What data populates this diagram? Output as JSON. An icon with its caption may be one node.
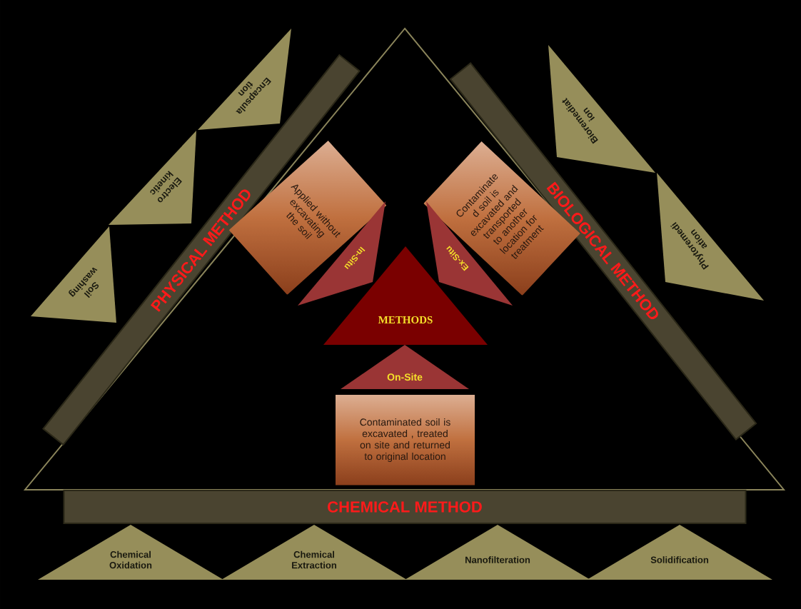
{
  "diagram": {
    "nodes": [
      {
        "text": [
          "PHYSICAL METHOD"
        ]
      },
      {
        "text": [
          "Encapsula tion"
        ]
      },
      {
        "text": [
          "Electro kinetic"
        ]
      },
      {
        "text": [
          "Soil washing"
        ]
      },
      {
        "text": [
          "BIOLOGICAL METHOD"
        ]
      },
      {
        "text": [
          "Bioremediat ion"
        ]
      },
      {
        "text": [
          "Phytoremedi ation"
        ]
      },
      {
        "text": [
          "Applied without excavating the soil"
        ]
      },
      {
        "text": [
          "In-Situ"
        ]
      },
      {
        "text": [
          "Contaminate d soil is excavated and transported to another location for treatment"
        ]
      },
      {
        "text": [
          "Ex-Situ"
        ]
      },
      {
        "text": [
          "METHODS"
        ]
      },
      {
        "text": [
          "On-Site"
        ]
      },
      {
        "text": [
          "Contaminated soil is excavated , treated on site and returned to original location"
        ]
      },
      {
        "text": [
          "CHEMICAL METHOD"
        ]
      },
      {
        "text": [
          "Chemical Oxidation"
        ]
      },
      {
        "text": [
          "Chemical Extraction"
        ]
      },
      {
        "text": [
          "Nanofilteration"
        ]
      },
      {
        "text": [
          "Solidification"
        ]
      }
    ]
  }
}
